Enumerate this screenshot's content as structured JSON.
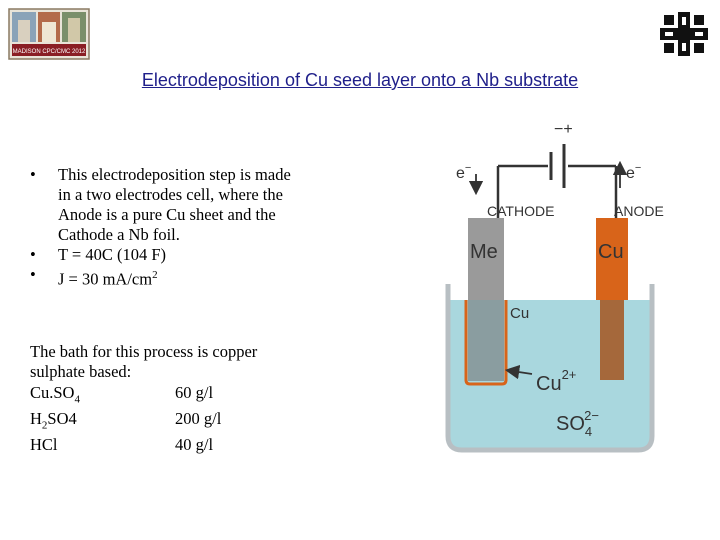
{
  "header": {
    "logo_left_caption": "MADISON CPC/CMC 2012",
    "title": "Electrodeposition of Cu seed layer onto a Nb substrate"
  },
  "bullets": [
    {
      "marker": "•",
      "lines": [
        "This electrodeposition step is made",
        "in a two electrodes cell, where the",
        "Anode is a pure Cu sheet and the",
        "Cathode a Nb foil."
      ]
    },
    {
      "marker": "•",
      "text": "T = 40C (104 F)"
    },
    {
      "marker": "•",
      "text_pre": "J = 30 mA/cm",
      "text_sup": "2"
    }
  ],
  "bath": {
    "intro_line1": "The bath for this process is copper",
    "intro_line2": "sulphate based:",
    "chemicals": [
      {
        "name_pre": "Cu.SO",
        "name_sub": "4",
        "name_post": "",
        "amount": "60 g/l"
      },
      {
        "name_pre": "H",
        "name_sub": "2",
        "name_post": "SO4",
        "amount": "200 g/l"
      },
      {
        "name_pre": "HCl",
        "name_sub": "",
        "name_post": "",
        "amount": "40 g/l"
      }
    ]
  },
  "diagram": {
    "battery_signs": "−+",
    "electron_left": "e",
    "electron_left_sup": "−",
    "electron_right": "e",
    "electron_right_sup": "−",
    "cathode_label": "CATHODE",
    "anode_label": "ANODE",
    "cathode_metal": "Me",
    "anode_metal": "Cu",
    "deposit_label": "Cu",
    "ion_label": "Cu",
    "ion_charge": "2+",
    "anion_label": "SO",
    "anion_sub": "4",
    "anion_charge": "2−",
    "colors": {
      "solution": "#a9d7de",
      "cathode": "#9a9a9a",
      "anode": "#d8641a",
      "anode_submerged": "#a5683b",
      "deposit": "#d8641a",
      "vessel": "#b8bfc3"
    }
  }
}
